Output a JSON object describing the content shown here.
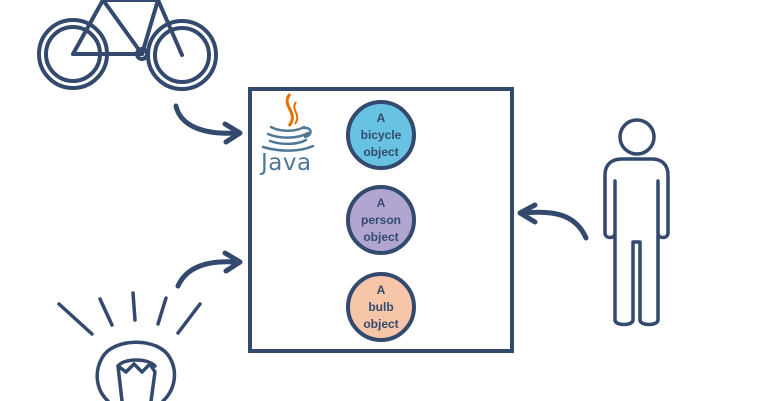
{
  "java_logo": {
    "text": "Java",
    "icon": "java-coffee-cup-icon"
  },
  "objects": [
    {
      "lines": [
        "A",
        "bicycle",
        "object"
      ],
      "color": "#68c3e3"
    },
    {
      "lines": [
        "A",
        "person",
        "object"
      ],
      "color": "#b1a6d2"
    },
    {
      "lines": [
        "A",
        "bulb",
        "object"
      ],
      "color": "#f7c6a8"
    }
  ],
  "icons": [
    "bicycle-icon",
    "person-icon",
    "light-bulb-icon",
    "arrow-icon"
  ],
  "colors": {
    "outline": "#34496e",
    "java_text": "#4e7896",
    "java_flame": "#e76f00"
  }
}
